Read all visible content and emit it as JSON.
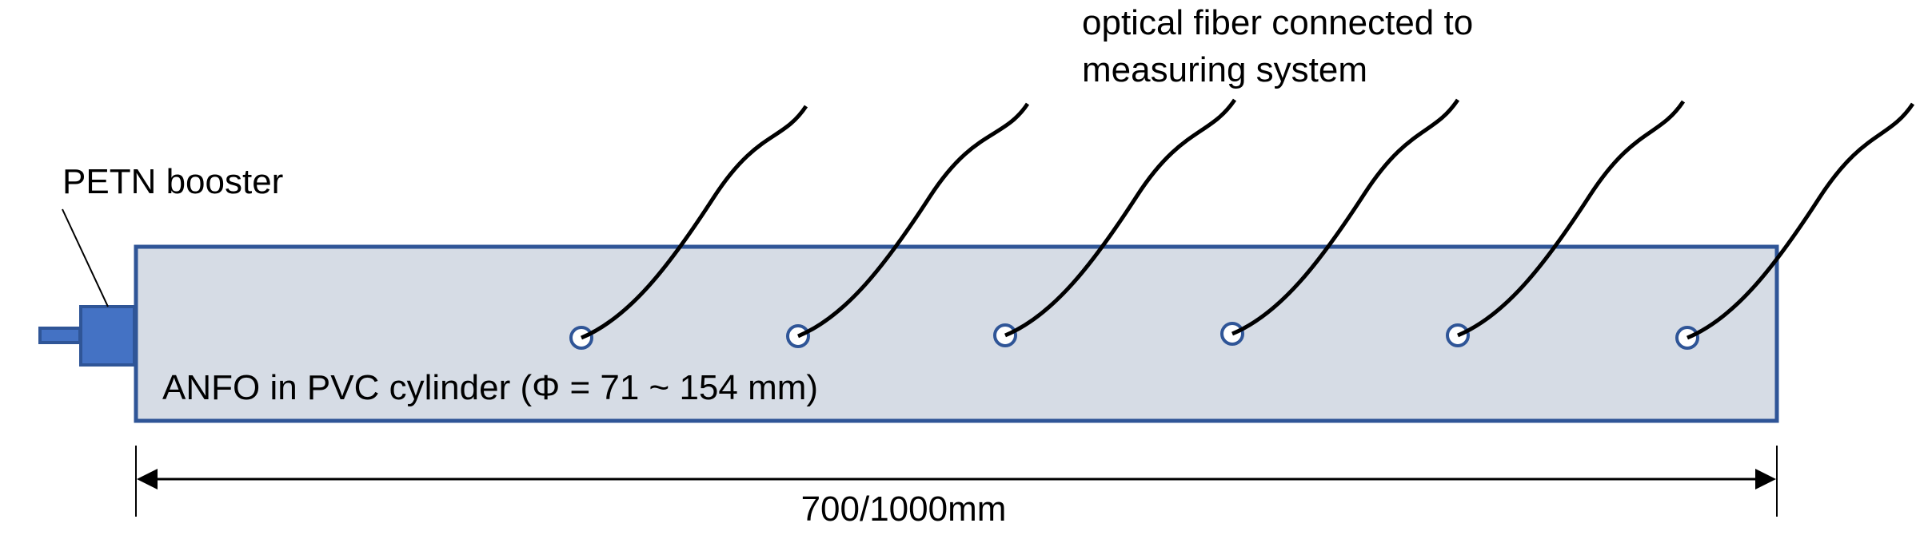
{
  "labels": {
    "booster": "PETN booster",
    "fiber_line1": "optical fiber connected to",
    "fiber_line2": "measuring system",
    "cylinder": "ANFO in PVC cylinder (Φ = 71 ~ 154 mm)",
    "dimension": "700/1000mm"
  },
  "sensor_count": 6,
  "colors": {
    "cylinder_fill": "#D6DCE5",
    "cylinder_border": "#2F5597",
    "booster_fill": "#4472C4",
    "fiber": "#000000"
  }
}
